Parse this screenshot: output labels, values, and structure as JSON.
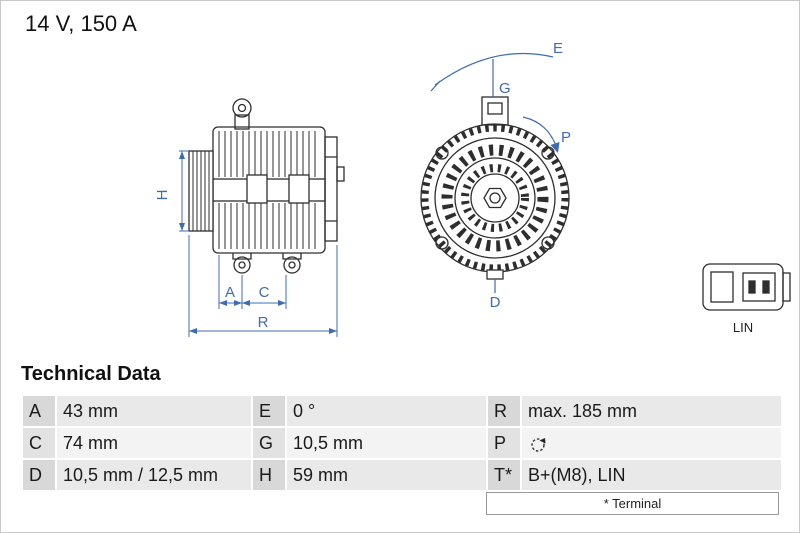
{
  "header": {
    "rating": "14 V, 150 A"
  },
  "diagram": {
    "accent_color": "#3e6cb2",
    "labels": {
      "H": "H",
      "A": "A",
      "C": "C",
      "R": "R",
      "E": "E",
      "G": "G",
      "P": "P",
      "D": "D"
    },
    "connector_label": "LIN"
  },
  "technical_data": {
    "title": "Technical Data",
    "rows": [
      [
        {
          "label": "A",
          "value": "43 mm"
        },
        {
          "label": "E",
          "value": "0 °"
        },
        {
          "label": "R",
          "value": "max. 185 mm"
        }
      ],
      [
        {
          "label": "C",
          "value": "74 mm"
        },
        {
          "label": "G",
          "value": "10,5 mm"
        },
        {
          "label": "P",
          "value": "",
          "icon": "rotation-clockwise"
        }
      ],
      [
        {
          "label": "D",
          "value": "10,5 mm / 12,5 mm"
        },
        {
          "label": "H",
          "value": "59 mm"
        },
        {
          "label": "T*",
          "value": "B+(M8), LIN"
        }
      ]
    ],
    "footnote": "* Terminal"
  }
}
